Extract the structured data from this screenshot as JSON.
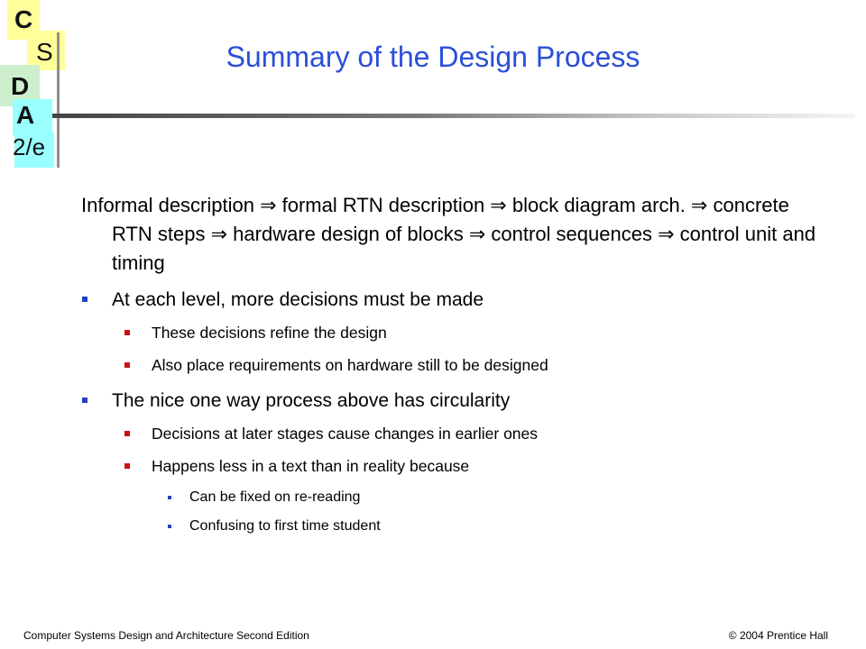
{
  "logo": {
    "letters": [
      "C",
      "S",
      "D",
      "A",
      "2/e"
    ]
  },
  "title": "Summary of the Design Process",
  "intro": "Informal description ⇒ formal RTN description ⇒ block diagram arch. ⇒ concrete RTN steps ⇒ hardware design of blocks ⇒ control sequences ⇒ control unit and timing",
  "bullets": [
    {
      "text": "At each level, more decisions must be made",
      "sub": [
        {
          "text": "These decisions refine the design"
        },
        {
          "text": "Also place requirements on hardware still to be designed"
        }
      ]
    },
    {
      "text": "The nice one way process above has circularity",
      "sub": [
        {
          "text": "Decisions at later stages cause changes in earlier ones"
        },
        {
          "text": "Happens less in a text than in reality because",
          "sub": [
            {
              "text": "Can be fixed on re-reading"
            },
            {
              "text": "Confusing to first time student"
            }
          ]
        }
      ]
    }
  ],
  "footer": {
    "left": "Computer Systems Design and Architecture Second Edition",
    "right": "© 2004 Prentice Hall"
  },
  "colors": {
    "title": "#2a4fd8",
    "bullet_l1": "#2340c8",
    "bullet_l2": "#cc1111"
  }
}
